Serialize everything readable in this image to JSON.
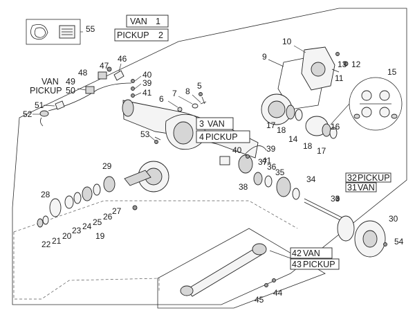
{
  "variants": {
    "top": {
      "van": "VAN",
      "van_ref": "1",
      "pickup": "PICKUP",
      "pickup_ref": "2"
    },
    "mid": {
      "van": "VAN",
      "van_ref": "3",
      "pickup": "PICKUP",
      "pickup_ref": "4"
    },
    "left": {
      "van": "VAN",
      "van_ref": "49",
      "pickup": "PICKUP",
      "pickup_ref": "50"
    },
    "right": {
      "pickup": "PICKUP",
      "pickup_ref": "32",
      "van": "VAN",
      "van_ref": "31"
    },
    "shaft": {
      "van": "VAN",
      "van_ref": "42",
      "pickup": "PICKUP",
      "pickup_ref": "43"
    }
  },
  "callouts": {
    "c5": "5",
    "c6": "6",
    "c7": "7",
    "c8": "8",
    "c9": "9",
    "c10": "10",
    "c11": "11",
    "c12": "12",
    "c13": "13",
    "c14": "14",
    "c15": "15",
    "c16": "16",
    "c17a": "17",
    "c17b": "17",
    "c18a": "18",
    "c18b": "18",
    "c19": "19",
    "c20": "20",
    "c21": "21",
    "c22": "22",
    "c23": "23",
    "c24": "24",
    "c25": "25",
    "c26": "26",
    "c27": "27",
    "c28": "28",
    "c29": "29",
    "c30": "30",
    "c33": "33",
    "c34": "34",
    "c35": "35",
    "c36": "36",
    "c37": "37",
    "c38": "38",
    "c39a": "39",
    "c39b": "39",
    "c40a": "40",
    "c40b": "40",
    "c41a": "41",
    "c41b": "41",
    "c44": "44",
    "c45": "45",
    "c46": "46",
    "c47": "47",
    "c48": "48",
    "c51": "51",
    "c52": "52",
    "c53": "53",
    "c54": "54",
    "c55": "55"
  }
}
